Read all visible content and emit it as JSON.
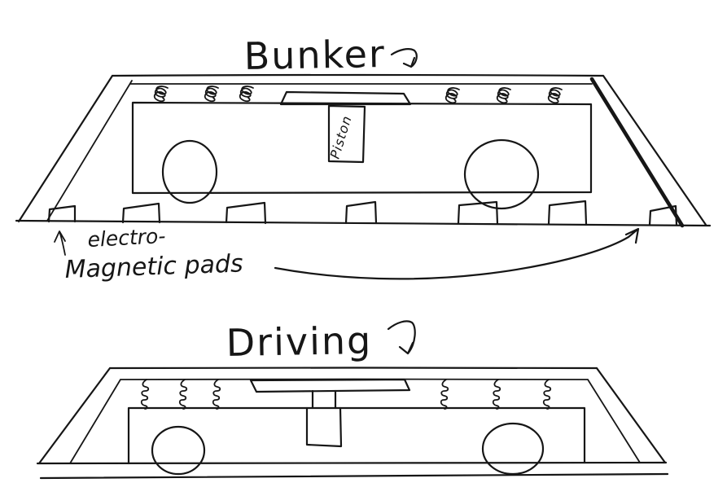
{
  "page": {
    "background": "#ffffff",
    "ink_color": "#161616"
  },
  "top_figure": {
    "title": "Bunker",
    "piston_label": "Piston",
    "pads_label_line1": "electro-",
    "pads_label_line2": "Magnetic pads"
  },
  "bottom_figure": {
    "title": "Driving"
  }
}
